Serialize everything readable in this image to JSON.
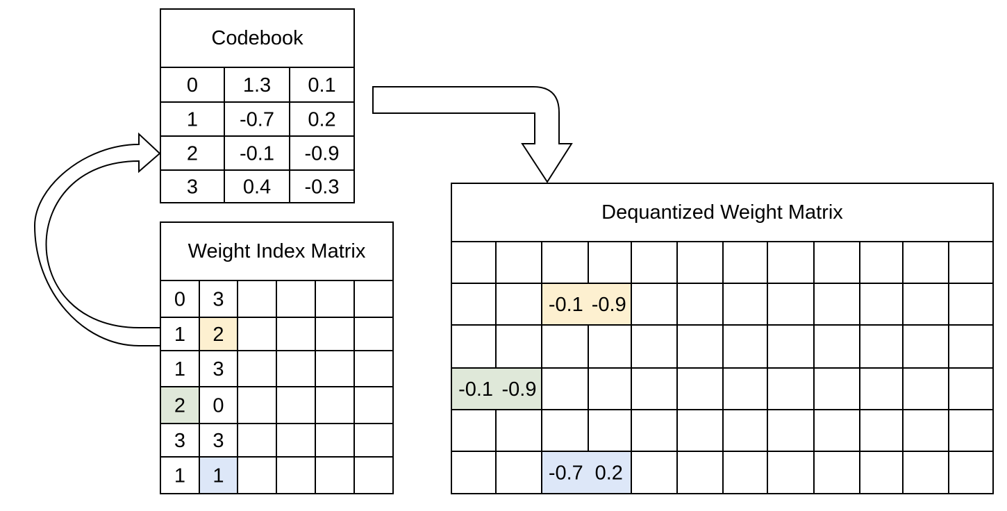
{
  "codebook": {
    "title": "Codebook",
    "rows": [
      [
        "0",
        "1.3",
        "0.1"
      ],
      [
        "1",
        "-0.7",
        "0.2"
      ],
      [
        "2",
        "-0.1",
        "-0.9"
      ],
      [
        "3",
        "0.4",
        "-0.3"
      ]
    ]
  },
  "index_matrix": {
    "title": "Weight Index Matrix",
    "rows": [
      [
        "0",
        "3"
      ],
      [
        "1",
        "2"
      ],
      [
        "1",
        "3"
      ],
      [
        "2",
        "0"
      ],
      [
        "3",
        "3"
      ],
      [
        "1",
        "1"
      ]
    ],
    "highlights": [
      {
        "row": 1,
        "col": 1,
        "color": "#fdf0d0"
      },
      {
        "row": 3,
        "col": 0,
        "color": "#dfe8d9"
      },
      {
        "row": 5,
        "col": 1,
        "color": "#dde7f8"
      }
    ]
  },
  "dequantized": {
    "title": "Dequantized Weight Matrix",
    "rows": 6,
    "cols": 12,
    "entries": [
      {
        "row": 1,
        "col": 2,
        "values": [
          "-0.1",
          "-0.9"
        ],
        "color": "#fdf0d0"
      },
      {
        "row": 3,
        "col": 0,
        "values": [
          "-0.1",
          "-0.9"
        ],
        "color": "#dfe8d9"
      },
      {
        "row": 5,
        "col": 2,
        "values": [
          "-0.7",
          "0.2"
        ],
        "color": "#dde7f8"
      }
    ]
  }
}
